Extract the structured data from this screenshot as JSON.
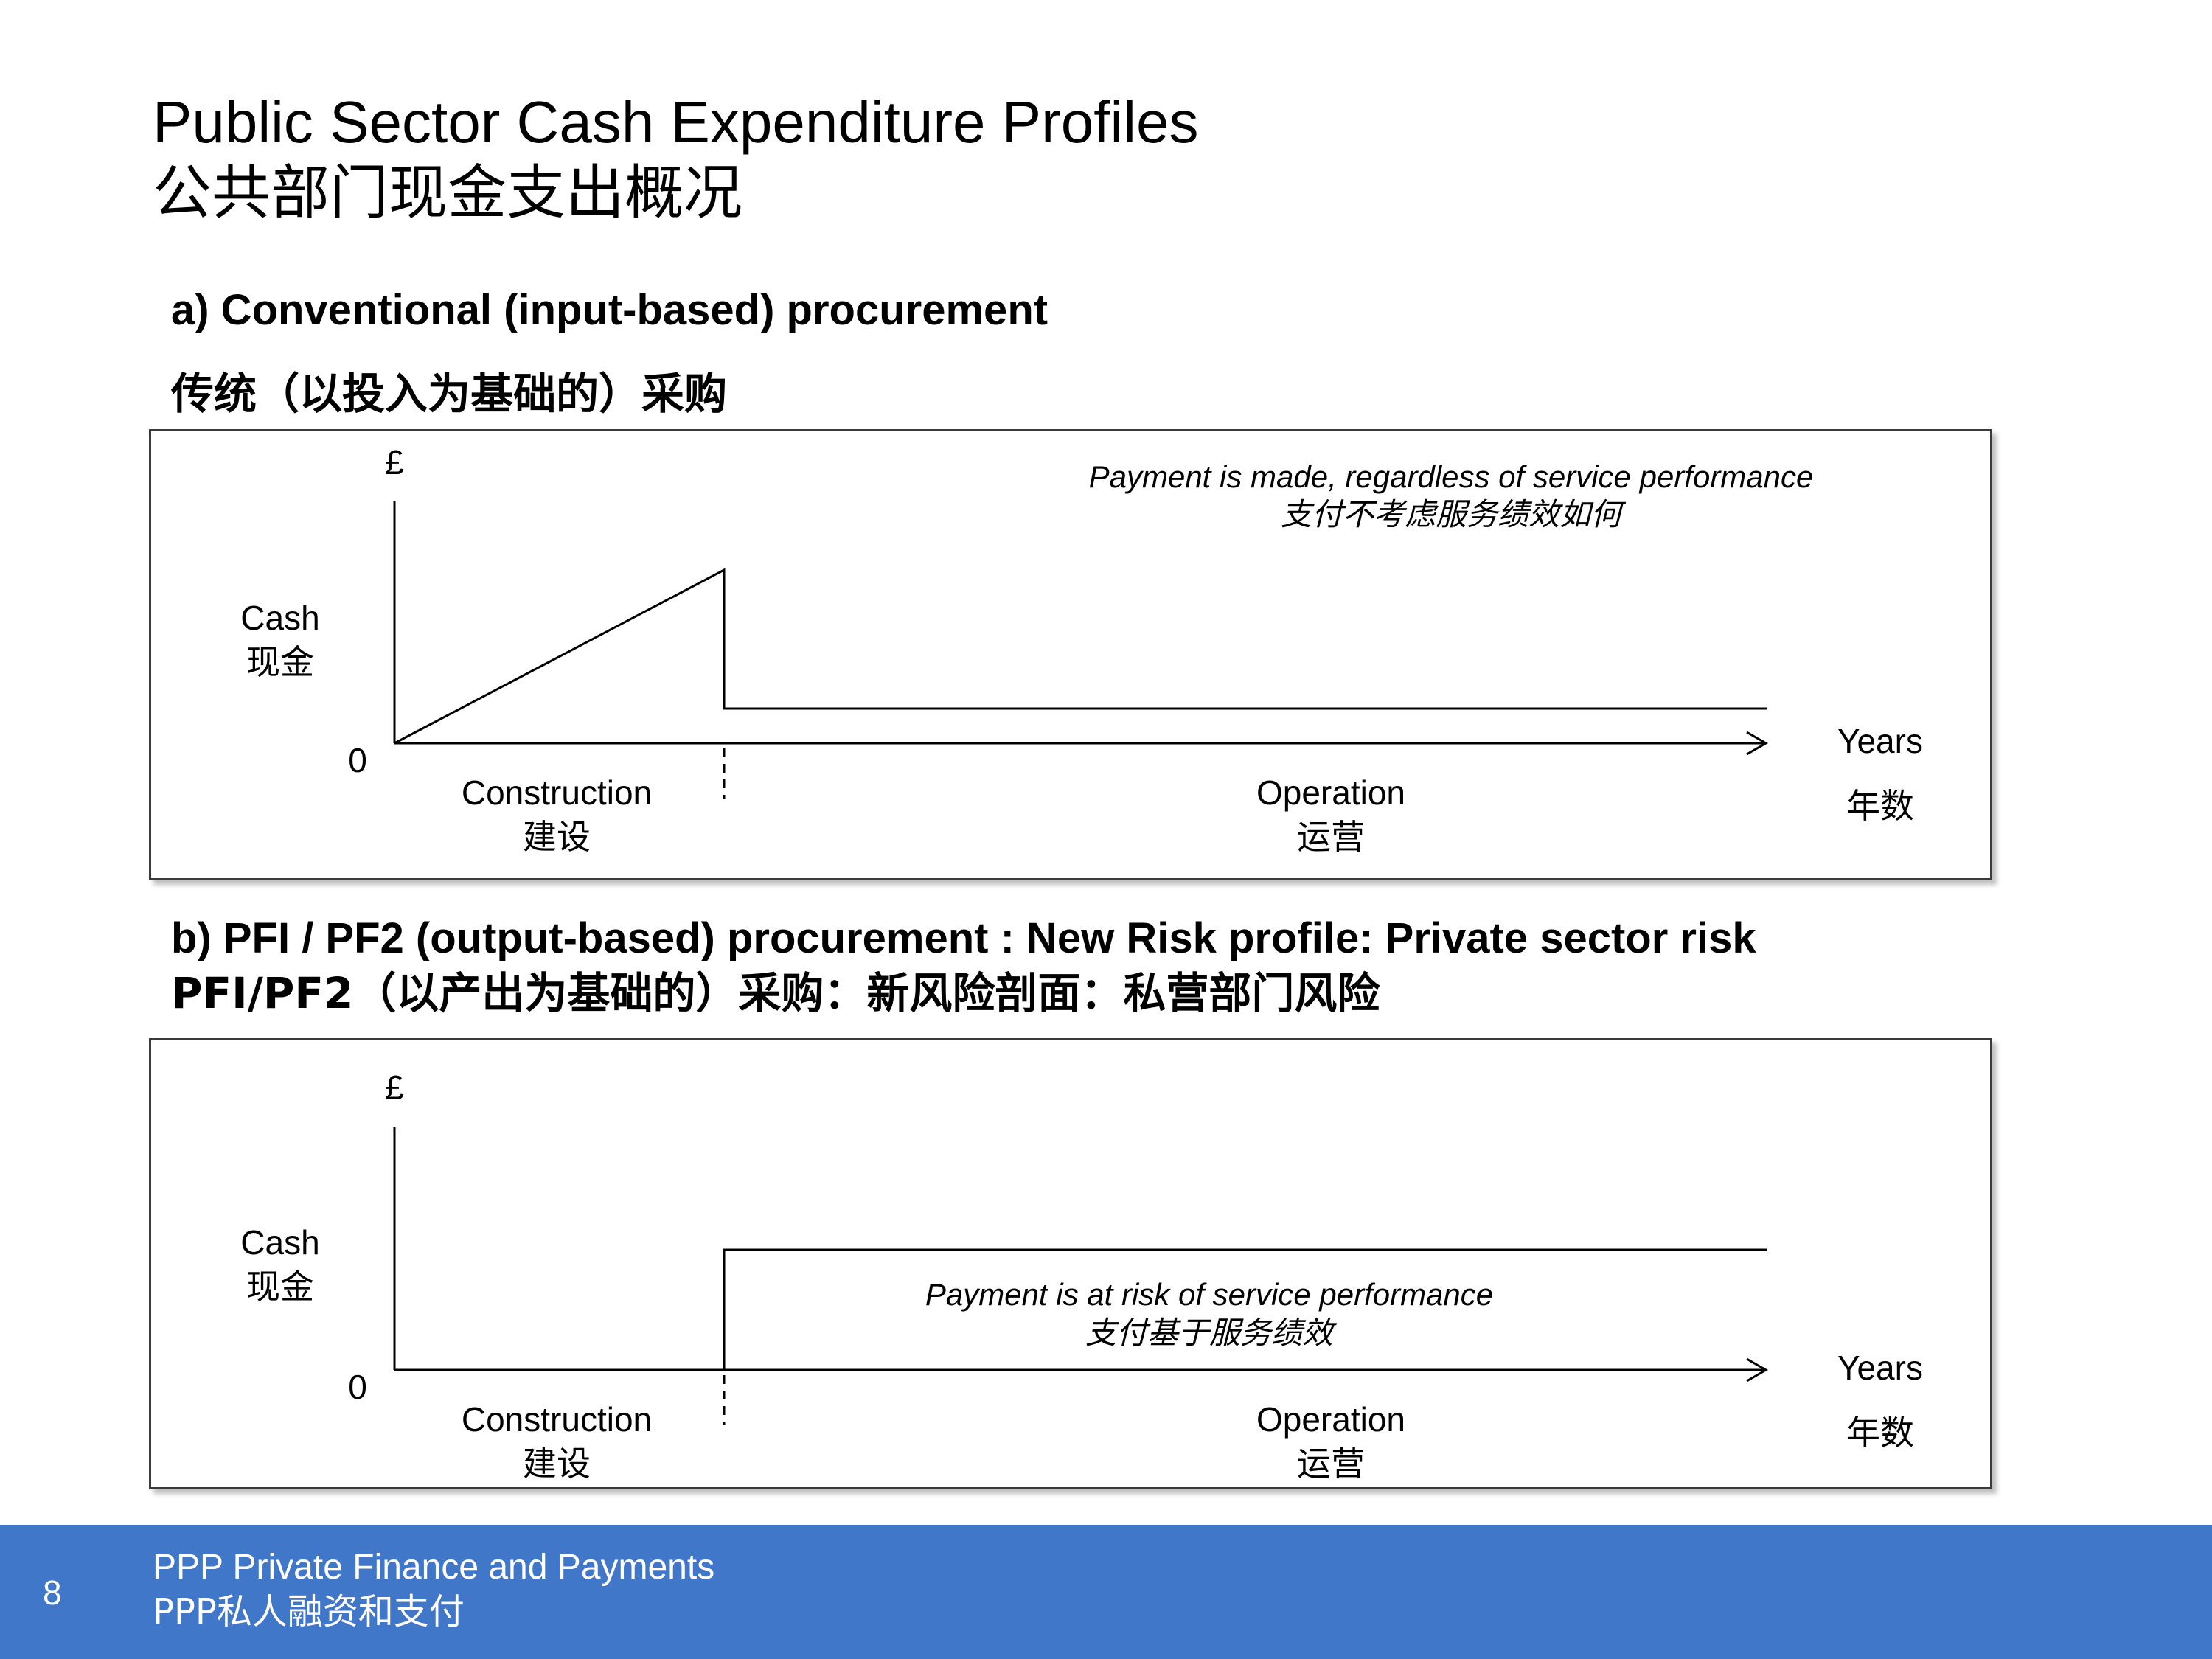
{
  "slide": {
    "title_en": "Public Sector Cash Expenditure Profiles",
    "title_cn": "公共部门现金支出概况"
  },
  "section_a": {
    "heading_en": "a) Conventional (input-based) procurement",
    "heading_cn": "传统（以投入为基础的）采购",
    "y_symbol": "£",
    "y_label_en": "Cash",
    "y_label_cn": "现金",
    "origin": "0",
    "x_label_en": "Years",
    "x_label_cn": "年数",
    "phase1_en": "Construction",
    "phase1_cn": "建设",
    "phase2_en": "Operation",
    "phase2_cn": "运营",
    "note_en": "Payment is made, regardless of service performance",
    "note_cn": "支付不考虑服务绩效如何"
  },
  "section_b": {
    "heading_en": "b) PFI / PF2 (output-based) procurement :  New Risk profile: Private sector risk",
    "heading_cn": "PFI/PF2（以产出为基础的）采购：新风险剖面：私营部门风险",
    "y_symbol": "£",
    "y_label_en": "Cash",
    "y_label_cn": "现金",
    "origin": "0",
    "x_label_en": "Years",
    "x_label_cn": "年数",
    "phase1_en": "Construction",
    "phase1_cn": "建设",
    "phase2_en": "Operation",
    "phase2_cn": "运营",
    "note_en": "Payment is at risk of service performance",
    "note_cn": "支付基于服务绩效"
  },
  "footer": {
    "page_number": "8",
    "line1": "PPP Private  Finance and Payments",
    "line2": "PPP私人融资和支付",
    "color": "#4177c9"
  }
}
